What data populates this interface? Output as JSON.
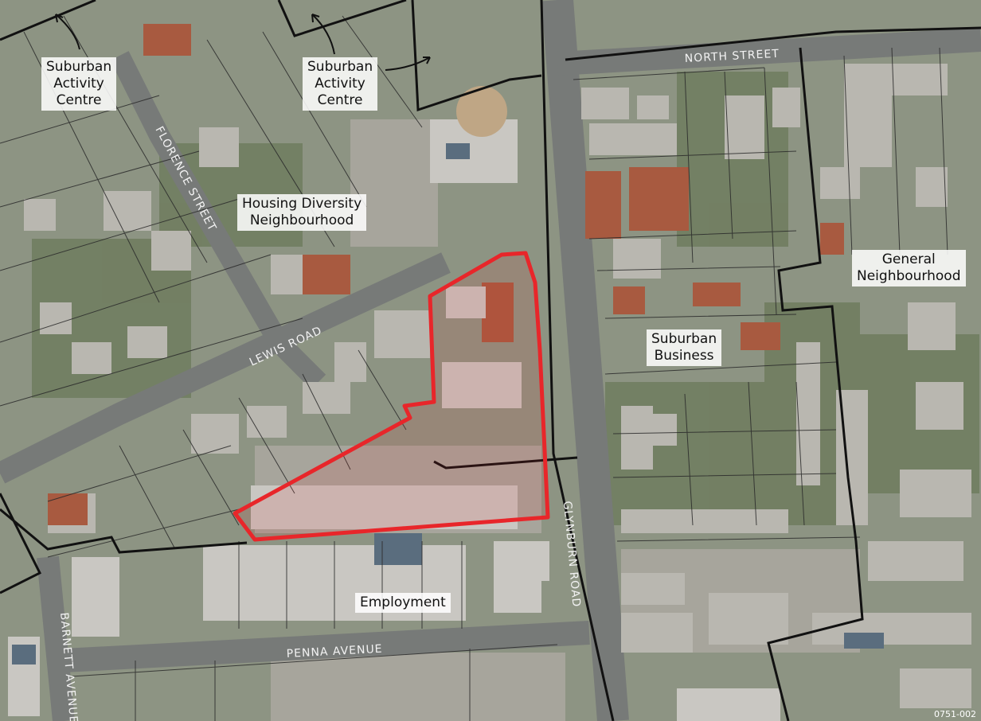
{
  "zones": {
    "suburban_activity_centre_west": "Suburban\nActivity\nCentre",
    "suburban_activity_centre_north": "Suburban\nActivity\nCentre",
    "housing_diversity_neighbourhood": "Housing Diversity\nNeighbourhood",
    "general_neighbourhood": "General\nNeighbourhood",
    "suburban_business": "Suburban\nBusiness",
    "employment": "Employment"
  },
  "streets": {
    "north_street": "NORTH STREET",
    "florence_street": "FLORENCE STREET",
    "lewis_road": "LEWIS ROAD",
    "glynburn_road": "GLYNBURN ROAD",
    "penna_avenue": "PENNA AVENUE",
    "barnett_avenue": "BARNETT AVENUE"
  },
  "figure_ref": "0751-002",
  "colors": {
    "subject_site_outline": "#e8262a",
    "zone_boundary": "#111111",
    "parcel_lines": "#2a2a2a"
  }
}
